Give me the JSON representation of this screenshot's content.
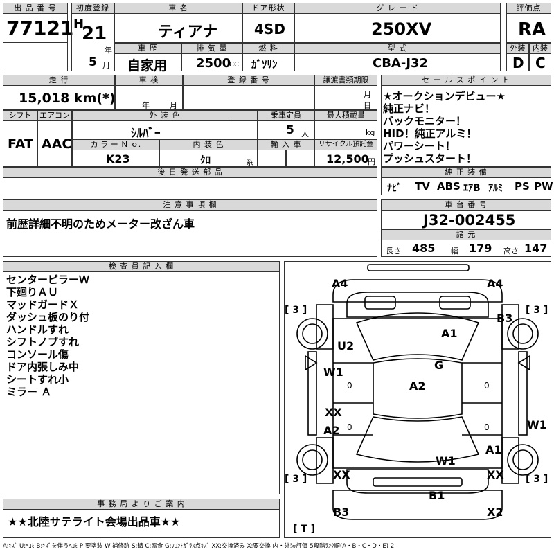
{
  "header": {
    "lot_label": "出 品 番 号",
    "lot_number": "77121",
    "first_reg_label": "初度登録",
    "era": "H",
    "year": "21",
    "year_unit": "年",
    "month": "5",
    "month_unit": "月",
    "car_name_label": "車 名",
    "car_name": "ティアナ",
    "door_label": "ドア形状",
    "door": "4SD",
    "grade_label": "グ レ ー ド",
    "grade": "250XV",
    "score_label": "評価点",
    "score": "RA",
    "history_label": "車 歴",
    "history": "自家用",
    "displacement_label": "排 気 量",
    "displacement": "2500",
    "displacement_unit": "CC",
    "fuel_label": "燃 料",
    "fuel": "ｶﾞｿﾘﾝ",
    "model_label": "型 式",
    "model": "CBA-J32",
    "exterior_label": "外装",
    "exterior": "D",
    "interior_label": "内装",
    "interior": "C"
  },
  "row2": {
    "mileage_label": "走 行",
    "mileage": "15,018 km(*)",
    "inspection_label": "車 検",
    "inspection_year_unit": "年",
    "inspection_month_unit": "月",
    "registration_label": "登 録 番 号",
    "transfer_label": "譲渡書類期限",
    "transfer_month_unit": "月",
    "transfer_day_unit": "日",
    "shift_label": "シフト",
    "shift": "FAT",
    "ac_label": "エアコン",
    "ac": "AAC",
    "color_label": "外 装 色",
    "color": "ｼﾙﾊﾞｰ",
    "capacity_label": "乗車定員",
    "capacity": "5",
    "capacity_unit": "人",
    "load_label": "最大積載量",
    "load_unit": "kg",
    "color_no_label": "カ ラ ー Ｎ ｏ.",
    "color_no": "K23",
    "interior_color_label": "内 装 色",
    "interior_color": "ｸﾛ",
    "interior_color_unit": "系",
    "import_label": "輸 入 車",
    "recycle_label": "リサイクル預託金",
    "recycle": "12,500",
    "recycle_unit": "円",
    "later_parts_label": "後 日 発 送 部 品"
  },
  "sales": {
    "label": "セ ー ル ス ポ イ ン ト",
    "points": [
      "★オークションデビュー★",
      "純正ナビ！",
      "バックモニター！",
      "HID！純正アルミ！",
      "パワーシート！",
      "プッシュスタート！"
    ],
    "equipment_label": "純 正 装 備",
    "equipment": [
      "ﾅﾋﾞ",
      "TV",
      "ABS",
      "ｴｱB",
      "ｱﾙﾐ",
      "PS",
      "PW"
    ]
  },
  "notes": {
    "label": "注 意 事 項 欄",
    "text": "前歴詳細不明のためメーター改ざん車"
  },
  "chassis": {
    "label": "車 台 番 号",
    "number": "J32-002455",
    "dims_label": "諸 元",
    "length_label": "長さ",
    "length": "485",
    "width_label": "幅",
    "width": "179",
    "height_label": "高さ",
    "height": "147"
  },
  "inspector": {
    "label": "検 査 員 記 入 欄",
    "items": [
      "センターピラーＷ",
      "下廻りＡＵ",
      "マッドガードＸ",
      "ダッシュ板のり付",
      "ハンドルすれ",
      "シフトノブすれ",
      "コンソール傷",
      "ドア内張しみ中",
      "シートすれ小",
      "ミラー Ａ"
    ]
  },
  "diagram": {
    "marks": {
      "a4_left": "A4",
      "a4_right": "A4",
      "b3_right": "B3",
      "a1_top": "A1",
      "u2": "U2",
      "g": "G",
      "w1_left": "W1",
      "a2_center": "A2",
      "xx_left": "XX",
      "a2_left": "A2",
      "w1_right": "W1",
      "a1_right": "A1",
      "w1_bottom": "W1",
      "xx_bottom_left": "XX",
      "xx_bottom_right": "XX",
      "b1": "B1",
      "b3_bottom": "B3",
      "x2": "X2"
    },
    "tires": {
      "front_left": "[ 3 ]",
      "front_right": "[ 3 ]",
      "rear_left": "[ 3 ]",
      "rear_right": "[ 3 ]",
      "spare": "[ T ]"
    },
    "zero_left": "0",
    "zero_right": "0",
    "zero_left2": "0",
    "zero_right2": "0"
  },
  "office": {
    "label": "事 務 局 よ り ご 案 内",
    "text": "★★北陸サテライト会場出品車★★"
  },
  "legend": "A:ｷｽﾞ U:ﾍｺﾐ B:ｷｽﾞを伴うﾍｺﾐ P:要塗装 W:補修跡 S:錆 C:腐食 G:ﾌﾛﾝﾄｶﾞﾗｽ点ｷｽﾞ XX:交換済み X:要交換 内・外装評価 5段階ﾗﾝｸ順(A・B・C・D・E) 2"
}
